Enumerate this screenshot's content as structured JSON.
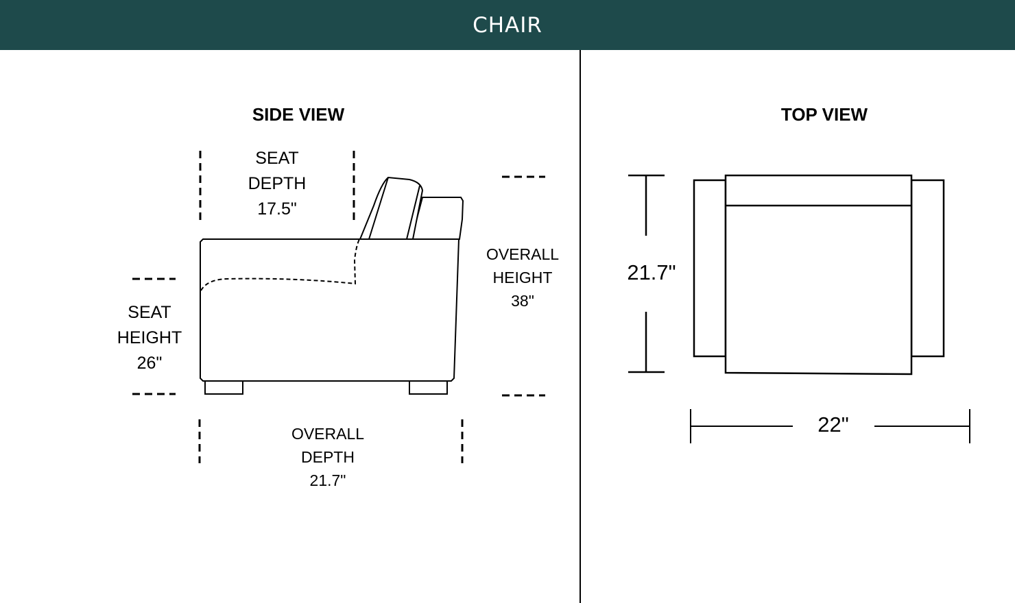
{
  "header": {
    "title": "CHAIR",
    "bg_color": "#1e4a4b"
  },
  "side_view": {
    "title": "SIDE VIEW",
    "seat_depth": {
      "line1": "SEAT",
      "line2": "DEPTH",
      "value": "17.5\""
    },
    "seat_height": {
      "line1": "SEAT",
      "line2": "HEIGHT",
      "value": "26\""
    },
    "overall_height": {
      "line1": "OVERALL",
      "line2": "HEIGHT",
      "value": "38\""
    },
    "overall_depth": {
      "line1": "OVERALL",
      "line2": "DEPTH",
      "value": "21.7\""
    }
  },
  "top_view": {
    "title": "TOP VIEW",
    "depth_value": "21.7\"",
    "width_value": "22\""
  }
}
